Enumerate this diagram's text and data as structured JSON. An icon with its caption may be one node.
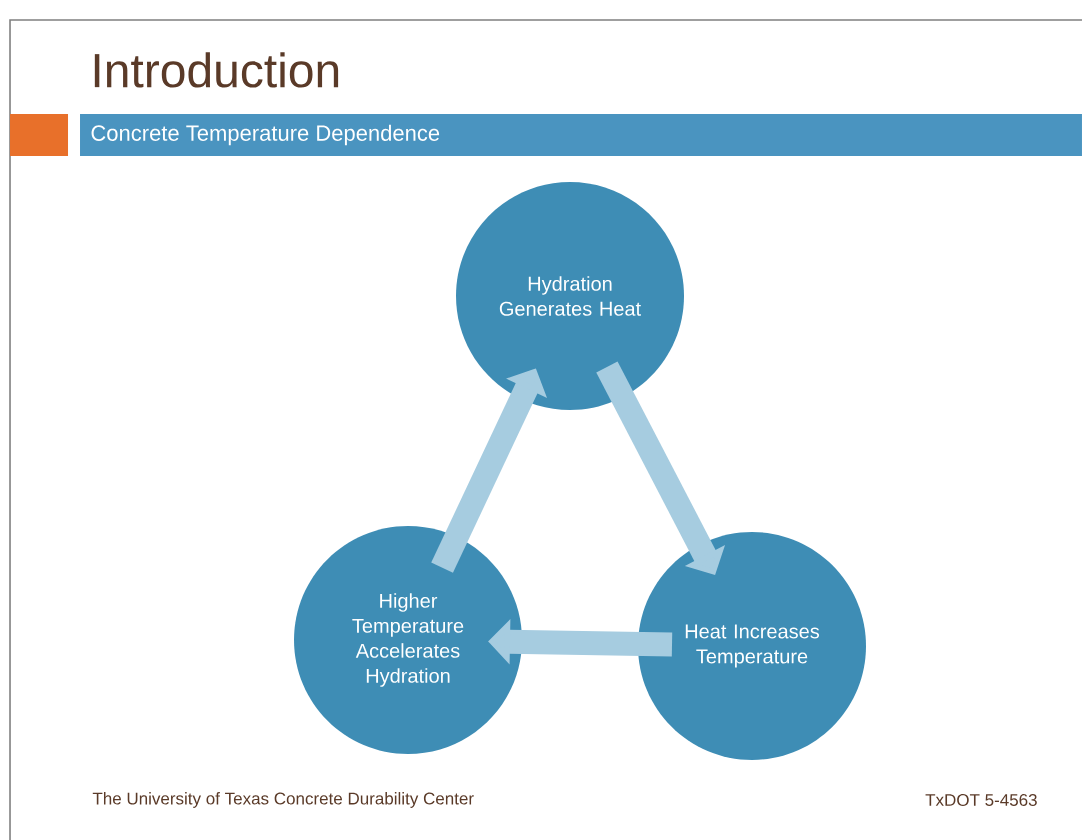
{
  "diagram": {
    "title": "Introduction",
    "nodes": [
      {
        "text": [
          "Hydration Generates Heat"
        ]
      },
      {
        "text": [
          "Heat Increases Temperature"
        ]
      },
      {
        "text": [
          "Higher Temperature Accelerates Hydration"
        ]
      }
    ],
    "edges": [
      {
        "from": 0,
        "to": 1,
        "arrow": "to"
      },
      {
        "from": 1,
        "to": 2,
        "arrow": "to"
      },
      {
        "from": 2,
        "to": 0,
        "arrow": "to"
      }
    ],
    "labels": [
      "Concrete Temperature Dependence",
      "The University of Texas Concrete Durability Center",
      "TxDOT 5-4563"
    ]
  }
}
